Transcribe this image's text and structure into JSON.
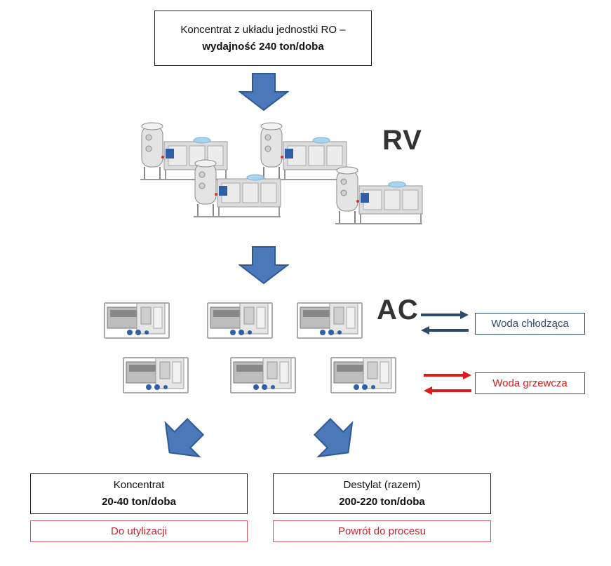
{
  "input_box": {
    "line1": "Koncentrat z układu jednostki RO  –",
    "line2": "wydajność 240 ton/doba"
  },
  "stage_labels": {
    "rv": "RV",
    "ac": "AC"
  },
  "cooling_water": {
    "label": "Woda chłodząca",
    "color": "#2e4a6e"
  },
  "heating_water": {
    "label": "Woda grzewcza",
    "color": "#e01a1a"
  },
  "output_concentrate": {
    "title": "Koncentrat",
    "value": "20-40 ton/doba",
    "destination": "Do utylizacji"
  },
  "output_distillate": {
    "title": "Destylat (razem)",
    "value": "200-220 ton/doba",
    "destination": "Powrót do procesu"
  },
  "colors": {
    "flow_arrow": "#4a78b8",
    "flow_arrow_border": "#2f5a98",
    "destination_text": "#c8242a",
    "destination_border": "#d05a5e"
  }
}
